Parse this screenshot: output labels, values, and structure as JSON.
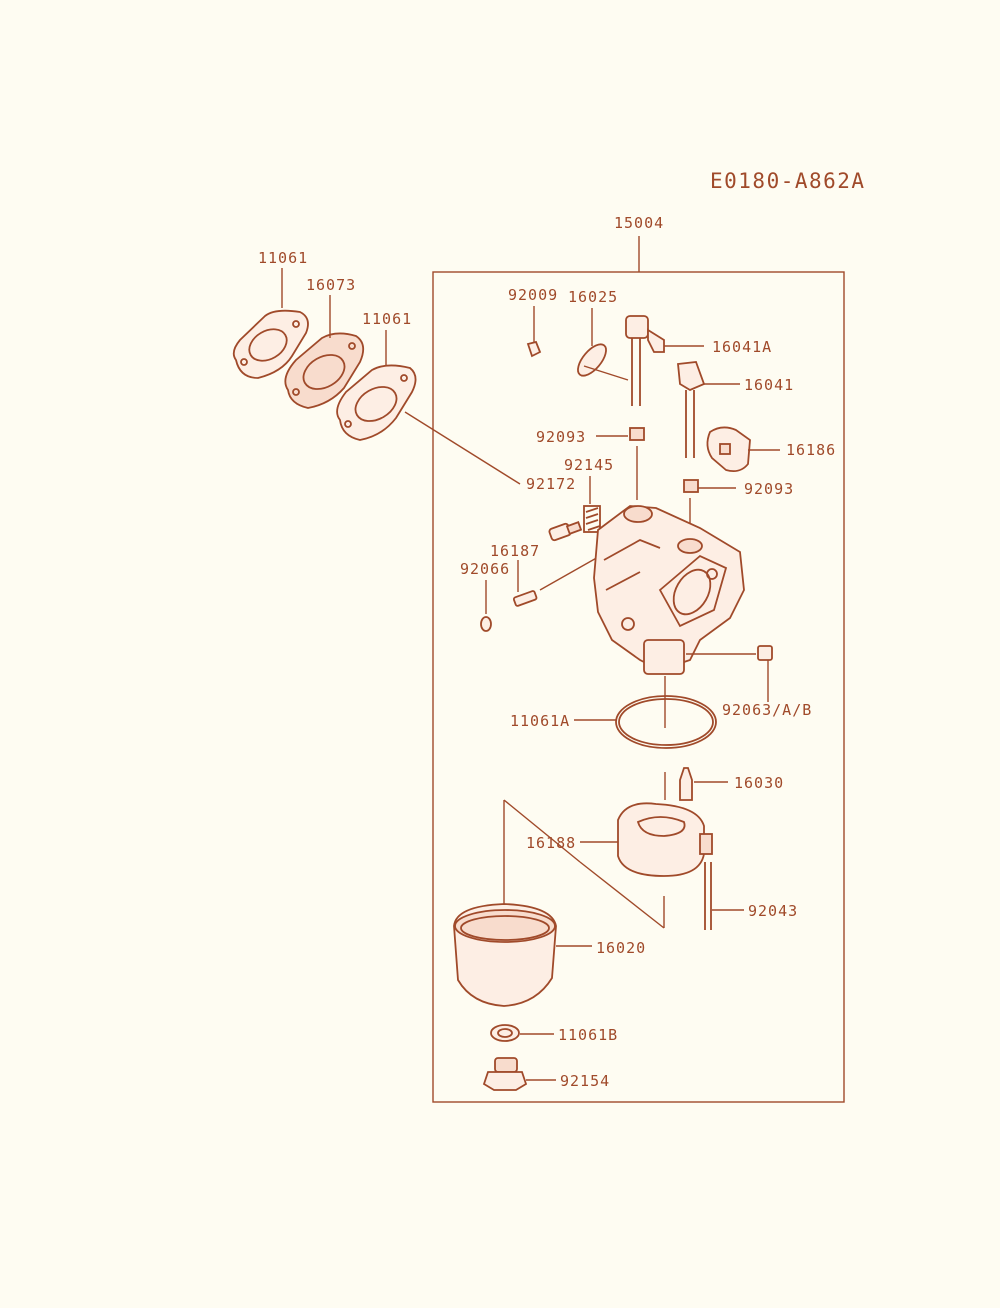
{
  "diagram": {
    "code": "E0180-A862A",
    "accent_color": "#a04a2a",
    "background_color": "#fefcf2",
    "labels": {
      "l15004": "15004",
      "l11061a": "11061",
      "l16073": "16073",
      "l11061b": "11061",
      "l92009": "92009",
      "l16025": "16025",
      "l16041a": "16041A",
      "l16041": "16041",
      "l92093a": "92093",
      "l16186": "16186",
      "l92145": "92145",
      "l92172": "92172",
      "l92093b": "92093",
      "l16187": "16187",
      "l92066": "92066",
      "l11061A": "11061A",
      "l92063": "92063/A/B",
      "l16030": "16030",
      "l16188": "16188",
      "l92043": "92043",
      "l16020": "16020",
      "l11061B": "11061B",
      "l92154": "92154"
    }
  }
}
